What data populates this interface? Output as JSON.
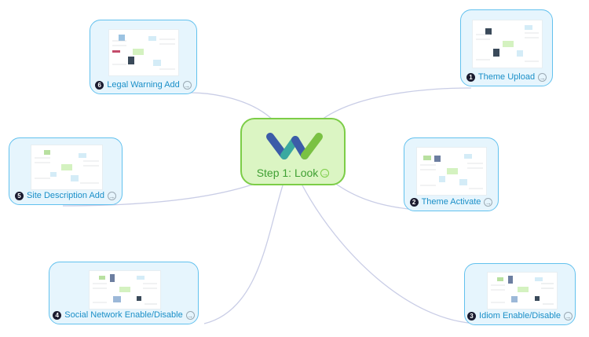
{
  "center": {
    "label": "Step 1: Look",
    "arrow_icon": "→",
    "logo_icon": "w-logo-icon",
    "colors": {
      "fill": "#dbf5c3",
      "border": "#7ccd47",
      "text": "#3f9f33"
    }
  },
  "topics": [
    {
      "number": "6",
      "label": "Legal Warning Add",
      "arrow": "→"
    },
    {
      "number": "1",
      "label": "Theme Upload",
      "arrow": "→"
    },
    {
      "number": "5",
      "label": "Site Description Add",
      "arrow": "→"
    },
    {
      "number": "2",
      "label": "Theme Activate",
      "arrow": "→"
    },
    {
      "number": "4",
      "label": "Social Network Enable/Disable",
      "arrow": "→"
    },
    {
      "number": "3",
      "label": "Idiom Enable/Disable",
      "arrow": "→"
    }
  ],
  "colors": {
    "topic_fill": "#e6f5fd",
    "topic_border": "#62c1ee",
    "topic_text": "#1a8fc8",
    "connector": "#c9cde6",
    "logo_blue": "#3c5ca8",
    "logo_green": "#7ac143",
    "logo_teal": "#3ba9a0"
  }
}
